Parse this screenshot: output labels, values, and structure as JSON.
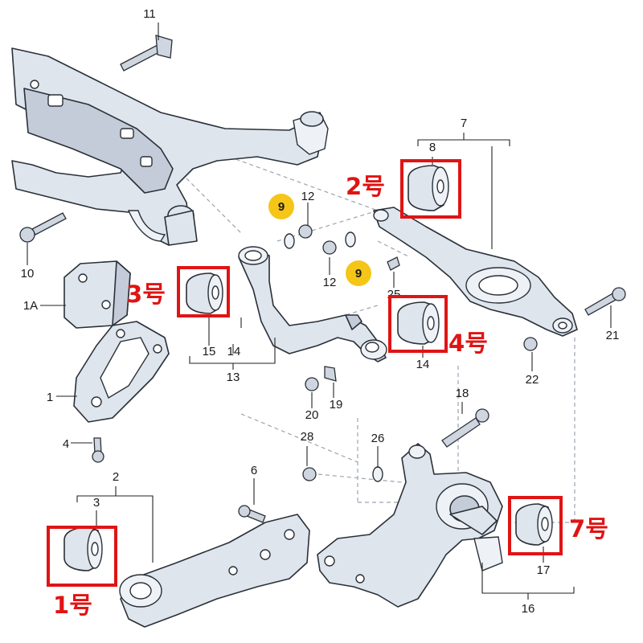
{
  "callouts": {
    "n11": "11",
    "n12a": "12",
    "n9a": "9",
    "n8": "8",
    "n7": "7",
    "n10": "10",
    "n1a": "1A",
    "n15": "15",
    "n14a": "14",
    "n13": "13",
    "n12b": "12",
    "n9b": "9",
    "n25": "25",
    "n14b": "14",
    "n21": "21",
    "n22": "22",
    "n20": "20",
    "n19": "19",
    "n18": "18",
    "n1": "1",
    "n4": "4",
    "n28": "28",
    "n26": "26",
    "n6": "6",
    "n2": "2",
    "n3": "3",
    "n17": "17",
    "n16": "16"
  },
  "highlights": {
    "no1": "1号",
    "no2": "2号",
    "no3": "3号",
    "no4": "4号",
    "no7": "7号"
  },
  "colors": {
    "highlight": "#e01414",
    "badge": "#f5c518"
  }
}
